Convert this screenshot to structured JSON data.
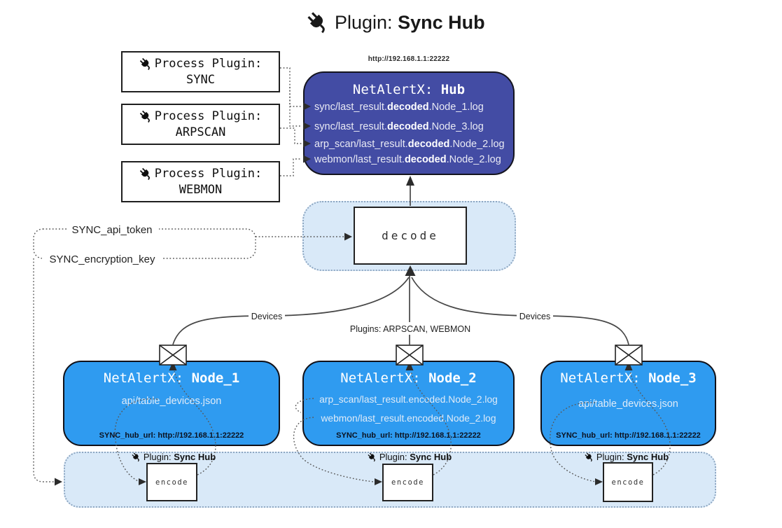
{
  "title": {
    "prefix": "Plugin:",
    "name": "Sync Hub"
  },
  "process_plugins": [
    {
      "label": "Process Plugin:",
      "name": "SYNC"
    },
    {
      "label": "Process Plugin:",
      "name": "ARPSCAN"
    },
    {
      "label": "Process Plugin:",
      "name": "WEBMON"
    }
  ],
  "hub": {
    "url": "http://192.168.1.1:22222",
    "title_prefix": "NetAlertX: ",
    "title_name": "Hub",
    "rows": [
      {
        "pre": "sync/last_result.",
        "bold": "decoded",
        "post": ".Node_1.log"
      },
      {
        "pre": "sync/last_result.",
        "bold": "decoded",
        "post": ".Node_3.log"
      },
      {
        "pre": "arp_scan/last_result.",
        "bold": "decoded",
        "post": ".Node_2.log"
      },
      {
        "pre": "webmon/last_result.",
        "bold": "decoded",
        "post": ".Node_2.log"
      }
    ]
  },
  "decode": {
    "label": "decode"
  },
  "config": {
    "api_token": "SYNC_api_token",
    "encryption_key": "SYNC_encryption_key"
  },
  "edges": {
    "left": "Devices",
    "center": "Plugins: ARPSCAN, WEBMON",
    "right": "Devices"
  },
  "nodes": [
    {
      "title_prefix": "NetAlertX: ",
      "title_name": "Node_1",
      "lines": [
        "api/table_devices.json"
      ],
      "hub_url": "SYNC_hub_url: http://192.168.1.1:22222"
    },
    {
      "title_prefix": "NetAlertX: ",
      "title_name": "Node_2",
      "lines": [
        "arp_scan/last_result.encoded.Node_2.log",
        "webmon/last_result.encoded.Node_2.log"
      ],
      "hub_url": "SYNC_hub_url: http://192.168.1.1:22222"
    },
    {
      "title_prefix": "NetAlertX: ",
      "title_name": "Node_3",
      "lines": [
        "api/table_devices.json"
      ],
      "hub_url": "SYNC_hub_url: http://192.168.1.1:22222"
    }
  ],
  "encode_sections": [
    {
      "label_prefix": "Plugin: ",
      "label_name": "Sync Hub",
      "box": "encode"
    },
    {
      "label_prefix": "Plugin: ",
      "label_name": "Sync Hub",
      "box": "encode"
    },
    {
      "label_prefix": "Plugin: ",
      "label_name": "Sync Hub",
      "box": "encode"
    }
  ],
  "colors": {
    "hub_fill": "#434CA4",
    "node_fill": "#2F9BF0",
    "band_fill": "#D9E9F8",
    "band_border": "#8EA7C2"
  }
}
